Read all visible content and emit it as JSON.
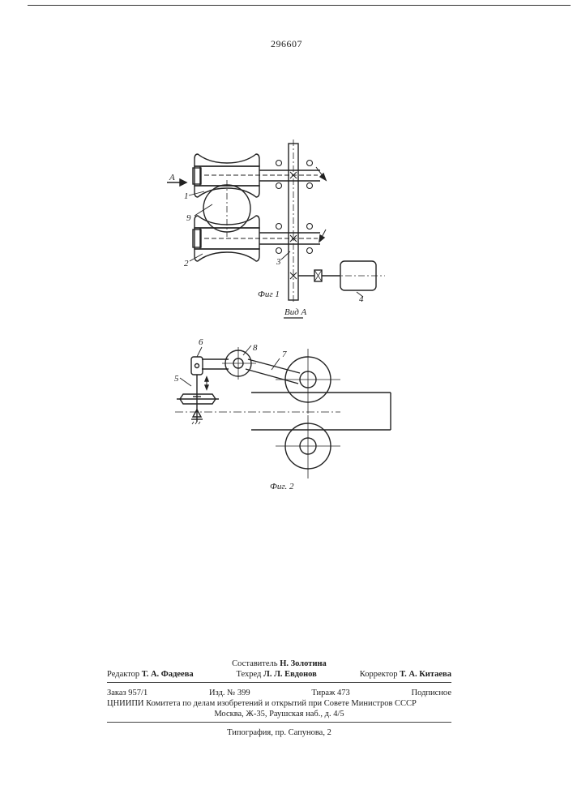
{
  "header": {
    "patent_number": "296607"
  },
  "figure1": {
    "caption": "Фиг 1",
    "view_arrow_label": "А",
    "labels": {
      "l1": "1",
      "l2": "2",
      "l3": "3",
      "l4": "4",
      "l9": "9"
    }
  },
  "figure2": {
    "view_title": "Вид А",
    "caption": "Фиг. 2",
    "labels": {
      "l5": "5",
      "l6": "6",
      "l7": "7",
      "l8": "8"
    }
  },
  "imprint": {
    "compiler": "Составитель",
    "compiler_name": "Н. Золотина",
    "editor": "Редактор",
    "editor_name": "Т. А. Фадеева",
    "techred": "Техред",
    "techred_name": "Л. Л. Евдонов",
    "corrector": "Корректор",
    "corrector_name": "Т. А. Китаева",
    "order": "Заказ 957/1",
    "issue": "Изд. № 399",
    "print_run": "Тираж 473",
    "subscription": "Подписное",
    "org_line": "ЦНИИПИ Комитета по делам изобретений и открытий при Совете Министров СССР",
    "address": "Москва, Ж-35, Раушская наб., д. 4/5",
    "printing": "Типография, пр. Сапунова, 2"
  }
}
